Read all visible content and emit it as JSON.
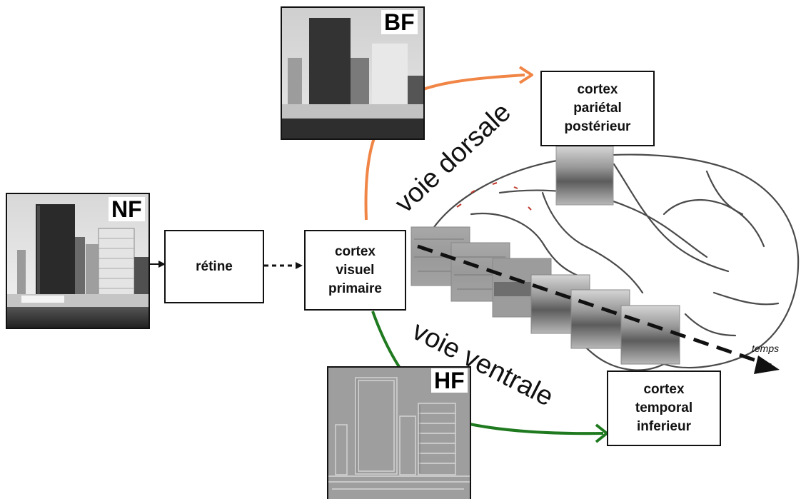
{
  "labels": {
    "nf": "NF",
    "bf": "BF",
    "hf": "HF",
    "retine": "rétine",
    "v1": "cortex\nvisuel\nprimaire",
    "parietal": "cortex\npariétal\npostérieur",
    "temporal": "cortex\ntemporal\ninferieur",
    "dorsal": "voie dorsale",
    "ventral": "voie ventrale",
    "time": "temps"
  },
  "colors": {
    "dorsal_arrow": "#f08545",
    "ventral_arrow": "#1f7a1f",
    "box_border": "#111111",
    "brain_outline": "#444444"
  }
}
